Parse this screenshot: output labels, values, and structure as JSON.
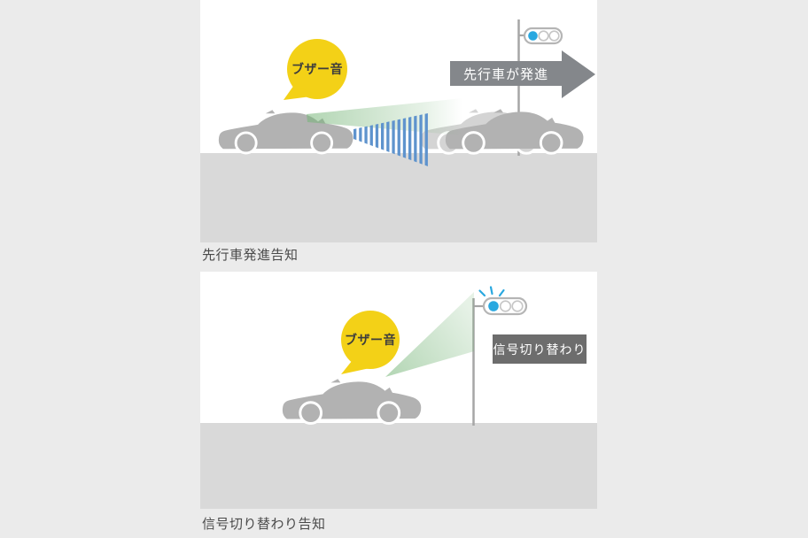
{
  "page": {
    "background": "#ebebeb"
  },
  "panels": [
    {
      "caption": "先行車発進告知",
      "bubble_label": "ブザー音",
      "arrow_label": "先行車が発進",
      "traffic_light_state": "blue-lit",
      "icons": [
        "speech-bubble-icon",
        "buzzer-icon",
        "car-silhouette",
        "ghost-car-silhouette",
        "radar-waves-icon",
        "detection-cone-icon",
        "traffic-light-icon",
        "departure-arrow-icon"
      ]
    },
    {
      "caption": "信号切り替わり告知",
      "bubble_label": "ブザー音",
      "signal_label": "信号切り替わり",
      "traffic_light_state": "blue-lit-flashing",
      "icons": [
        "speech-bubble-icon",
        "buzzer-icon",
        "car-silhouette",
        "detection-cone-icon",
        "traffic-light-icon",
        "signal-flash-icon"
      ]
    }
  ],
  "colors": {
    "page_background": "#ebebeb",
    "panel_background": "#ffffff",
    "road_gray": "#d9d9d9",
    "car_gray": "#b2b2b2",
    "ghost_car_gray": "#d4d4d4",
    "bubble_yellow": "#f3d117",
    "signal_blue": "#29a8e0",
    "radar_blue": "#5e93cd",
    "cone_green": "#74b476",
    "arrow_gray": "#84878b",
    "label_box_gray": "#6d6d6d",
    "pole_gray": "#a6a6a6",
    "caption_text": "#4a4a4a"
  }
}
